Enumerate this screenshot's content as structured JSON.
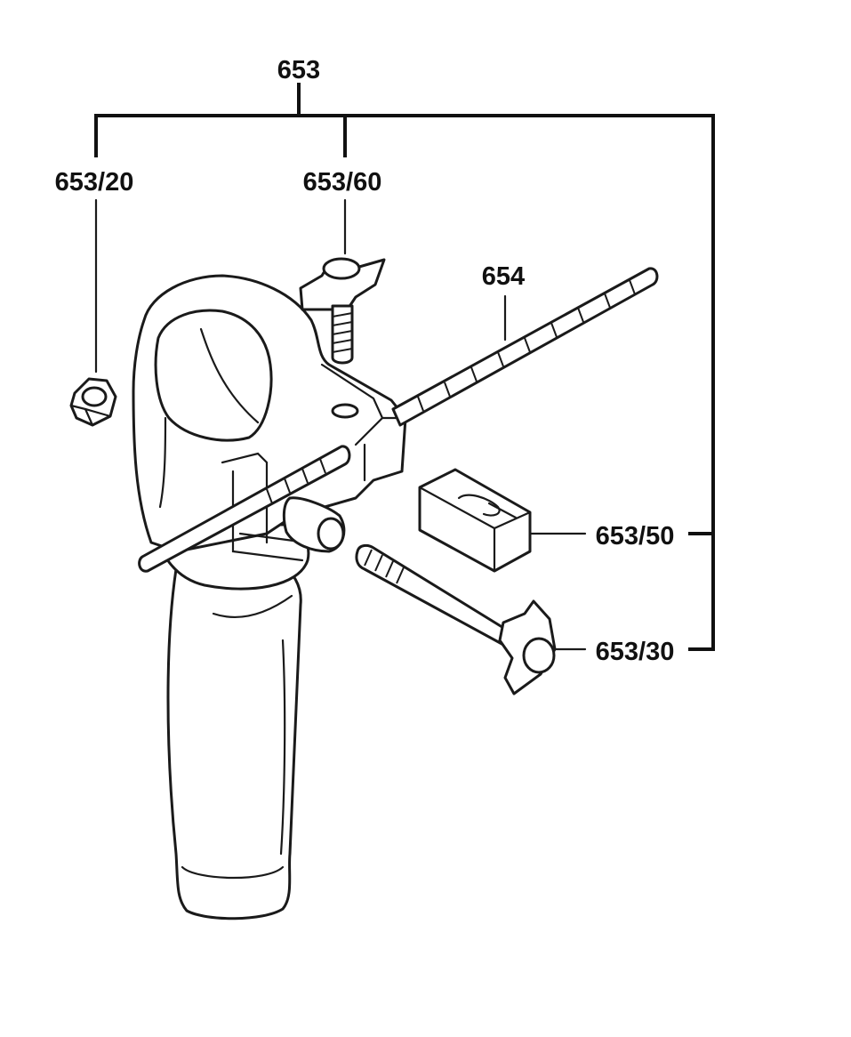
{
  "labels": {
    "assembly": "653",
    "nut": "653/20",
    "wing_screw": "653/60",
    "depth_rod": "654",
    "clamp_block": "653/50",
    "clamp_screw": "653/30"
  },
  "colors": {
    "ink": "#111111",
    "paper": "#ffffff"
  }
}
